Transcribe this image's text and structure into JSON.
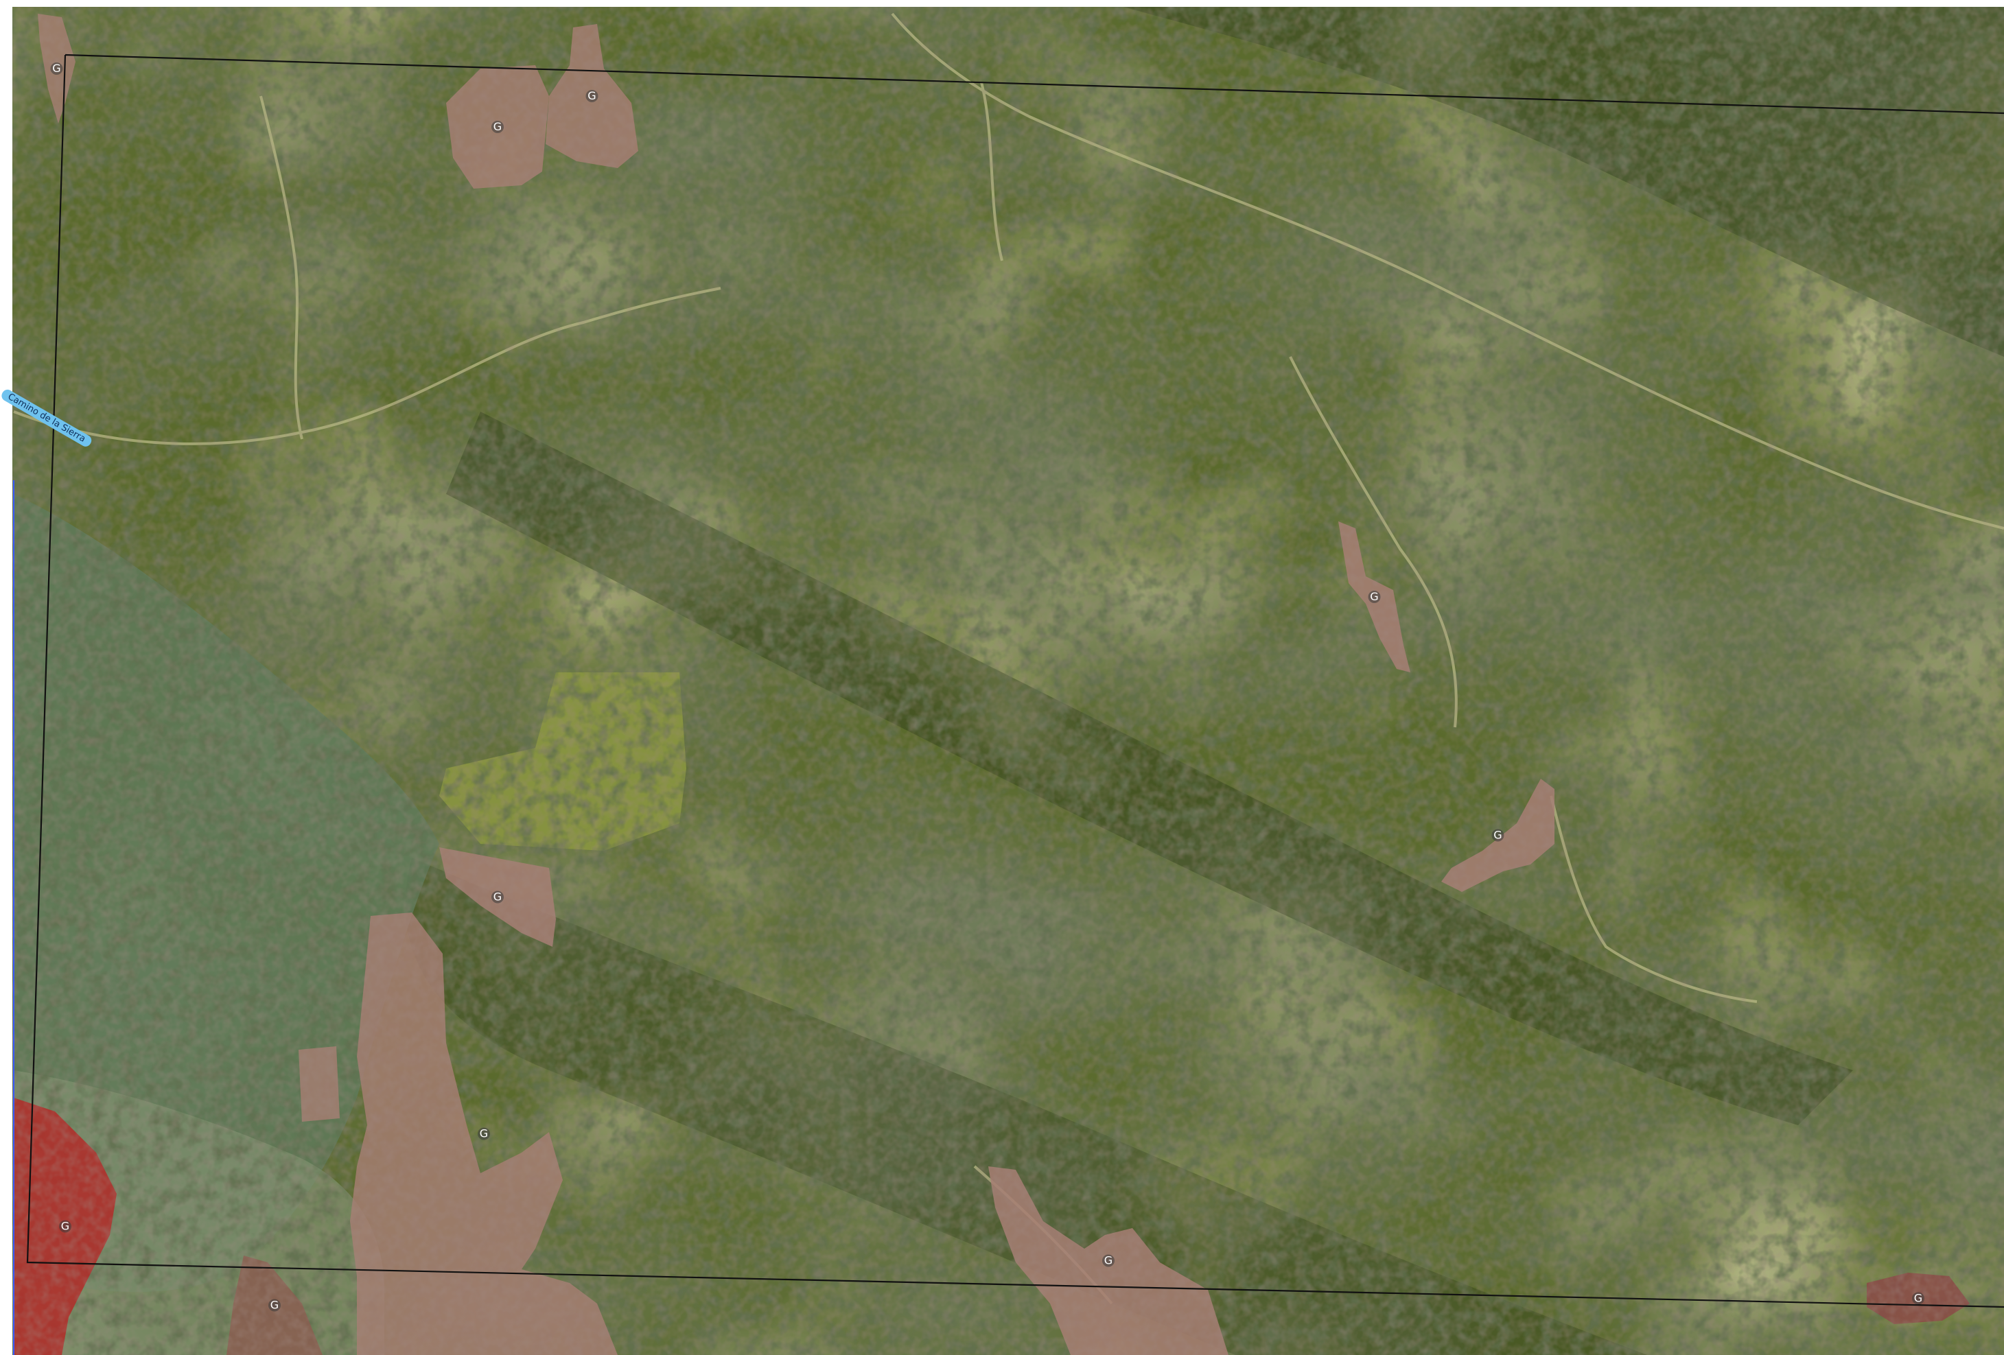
{
  "map": {
    "basemap": "orthophoto",
    "road_label": "Camino de la Sierra",
    "colors": {
      "frame_line": "#111111",
      "parcel_pink": "#a77e73",
      "parcel_red": "#b12d2a",
      "parcel_brown": "#8b5d50",
      "parcel_greyish": "#7a8a6a",
      "left_edge_line": "#3c5dff",
      "road_label_bg": "#6fc2ee"
    },
    "parcels": [
      {
        "id": "p-north-a",
        "kind": "pink",
        "label": "G"
      },
      {
        "id": "p-north-b",
        "kind": "pink",
        "label": "G"
      },
      {
        "id": "p-top-left-strip",
        "kind": "pink",
        "label": "G"
      },
      {
        "id": "p-center-east-1",
        "kind": "pink",
        "label": "G"
      },
      {
        "id": "p-center-east-2",
        "kind": "pink",
        "label": "G"
      },
      {
        "id": "p-west-pink-1",
        "kind": "pink",
        "label": "G"
      },
      {
        "id": "p-west-pink-2",
        "kind": "pink",
        "label": "G"
      },
      {
        "id": "p-southwest-red",
        "kind": "red",
        "label": "G"
      },
      {
        "id": "p-south-brown",
        "kind": "brown",
        "label": "G"
      },
      {
        "id": "p-south-center",
        "kind": "pink",
        "label": "G"
      },
      {
        "id": "p-southeast-red",
        "kind": "red",
        "label": "G"
      }
    ]
  }
}
